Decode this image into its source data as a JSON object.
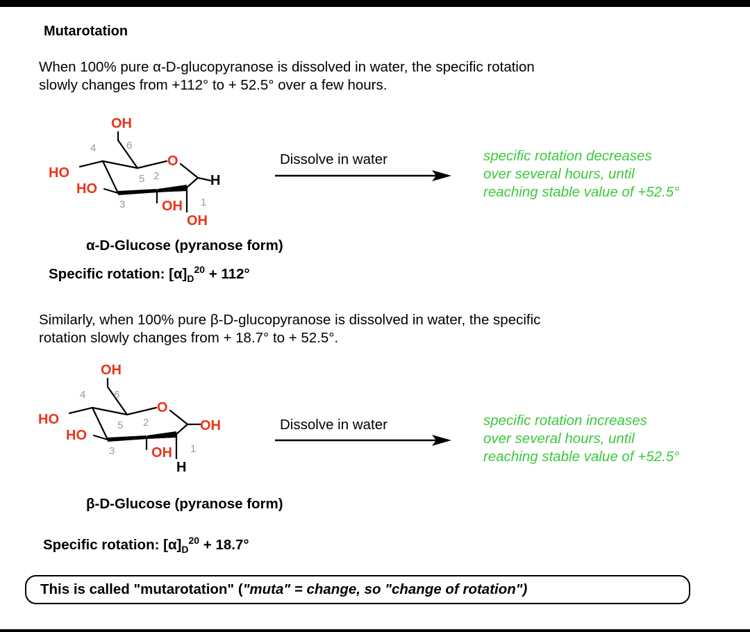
{
  "title": "Mutarotation",
  "para1": {
    "line1": "When 100% pure α-D-glucopyranose is dissolved in water, the specific rotation",
    "line2": "slowly changes from +112° to + 52.5° over a few hours."
  },
  "alpha": {
    "labels": {
      "oh6": "OH",
      "ho4": "HO",
      "ho3": "HO",
      "oh2": "OH",
      "oh1": "OH",
      "h1": "H",
      "ring_o": "O",
      "n1": "1",
      "n2": "2",
      "n3": "3",
      "n4": "4",
      "n5": "5",
      "n6": "6"
    },
    "caption": "α-D-Glucose (pyranose form)",
    "spec_prefix": "Specific rotation:  [α]",
    "spec_sub": "D",
    "spec_sup": "20",
    "spec_value": " + 112°"
  },
  "arrow1": {
    "label": "Dissolve in water",
    "result": [
      "specific rotation decreases",
      "over several hours, until",
      "reaching stable value of +52.5°"
    ]
  },
  "para2": {
    "line1": "Similarly, when 100% pure β-D-glucopyranose is dissolved in water, the specific",
    "line2": "rotation slowly changes from + 18.7° to + 52.5°."
  },
  "beta": {
    "labels": {
      "oh6": "OH",
      "ho4": "HO",
      "ho3": "HO",
      "oh2": "OH",
      "oh1": "OH",
      "h1": "H",
      "ring_o": "O",
      "n1": "1",
      "n2": "2",
      "n3": "3",
      "n4": "4",
      "n5": "5",
      "n6": "6"
    },
    "caption": "β-D-Glucose (pyranose form)",
    "spec_prefix": "Specific rotation: [α]",
    "spec_sub": "D",
    "spec_sup": "20",
    "spec_value": " + 18.7°"
  },
  "arrow2": {
    "label": "Dissolve in water",
    "result": [
      "specific rotation increases",
      "over several hours, until",
      "reaching stable value of +52.5°"
    ]
  },
  "callout": {
    "plain": "This is called \"mutarotation\"  (",
    "italic": "\"muta\" = change, so \"change of rotation\")"
  },
  "colors": {
    "heteroatom": "#e8341c",
    "result_text": "#3cc83c",
    "atom_number": "#9a9a9a"
  }
}
